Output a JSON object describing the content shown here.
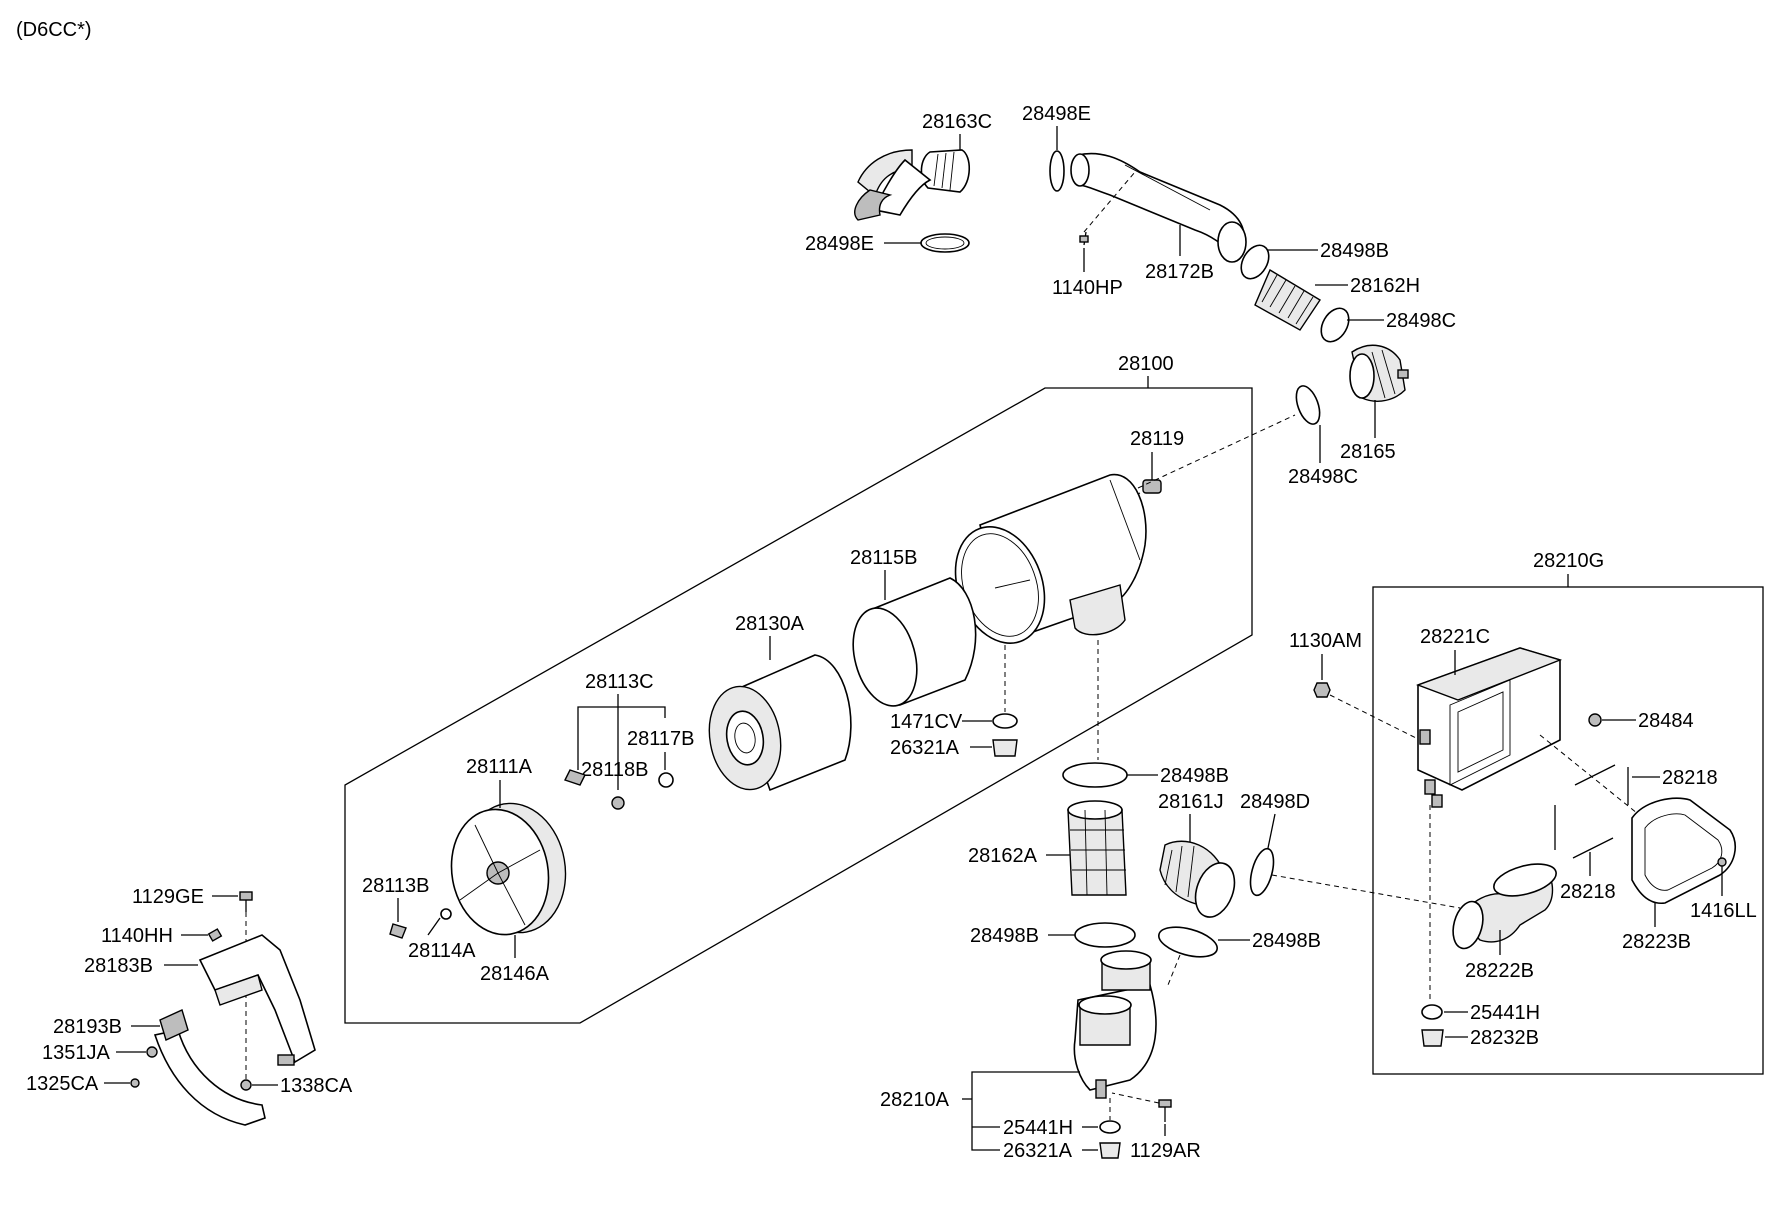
{
  "model_code": "(D6CC*)",
  "labels": {
    "l28163C": "28163C",
    "l28498E_top": "28498E",
    "l28498E_left": "28498E",
    "l1140HP": "1140HP",
    "l28172B": "28172B",
    "l28498B_top": "28498B",
    "l28162H": "28162H",
    "l28498C_top": "28498C",
    "l28100": "28100",
    "l28165": "28165",
    "l28498C_mid": "28498C",
    "l28119": "28119",
    "l28115B": "28115B",
    "l28130A": "28130A",
    "l28113C": "28113C",
    "l28117B": "28117B",
    "l28118B": "28118B",
    "l28111A": "28111A",
    "l28113B": "28113B",
    "l28114A": "28114A",
    "l28146A": "28146A",
    "l1471CV": "1471CV",
    "l26321A_mid": "26321A",
    "l28498B_mid": "28498B",
    "l28161J": "28161J",
    "l28498D": "28498D",
    "l28162A": "28162A",
    "l28498B_left": "28498B",
    "l28498B_right": "28498B",
    "l28210A": "28210A",
    "l25441H_bot": "25441H",
    "l26321A_bot": "26321A",
    "l1129AR": "1129AR",
    "l28210G": "28210G",
    "l1130AM": "1130AM",
    "l28221C": "28221C",
    "l28484": "28484",
    "l28218_a": "28218",
    "l28218_b": "28218",
    "l1416LL": "1416LL",
    "l28223B": "28223B",
    "l28222B": "28222B",
    "l25441H_right": "25441H",
    "l28232B": "28232B",
    "l1129GE": "1129GE",
    "l1140HH": "1140HH",
    "l28183B": "28183B",
    "l28193B": "28193B",
    "l1351JA": "1351JA",
    "l1325CA": "1325CA",
    "l1338CA": "1338CA"
  }
}
